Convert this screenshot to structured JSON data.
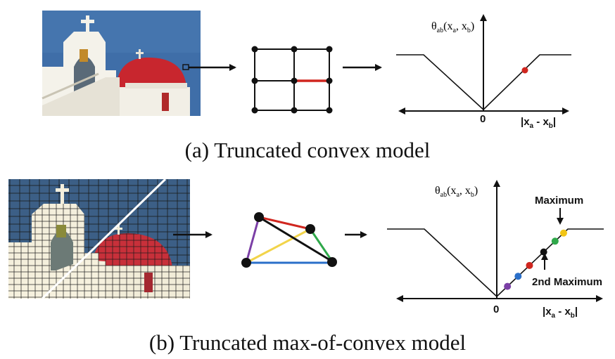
{
  "panel_a": {
    "caption": "(a) Truncated convex model",
    "plot": {
      "origin_label": "0",
      "x_label": "|x",
      "x_sub_a": "a",
      "x_minus": " - x",
      "x_sub_b": "b",
      "x_end": "|",
      "y_label_theta": "θ",
      "y_label_sub": "ab",
      "y_label_args": "(x",
      "y_label_sub_a": "a",
      "y_label_comma": ", x",
      "y_label_sub_b": "b",
      "y_label_close": ")",
      "marker_color": "#d0261f"
    },
    "grid_highlight_color": "#d0261f"
  },
  "panel_b": {
    "caption": "(b) Truncated max-of-convex model",
    "plot": {
      "origin_label": "0",
      "x_label": "|x",
      "x_sub_a": "a",
      "x_minus": " - x",
      "x_sub_b": "b",
      "x_end": "|",
      "y_label_theta": "θ",
      "y_label_sub": "ab",
      "y_label_args": "(x",
      "y_label_sub_a": "a",
      "y_label_comma": ", x",
      "y_label_sub_b": "b",
      "y_label_close": ")",
      "maximum_label": "Maximum",
      "second_maximum_label": "2nd Maximum",
      "marker_colors": [
        "#7b3fa6",
        "#2a6fc9",
        "#d0261f",
        "#111111",
        "#2fa84a",
        "#f2c515"
      ]
    },
    "graph_edge_colors": {
      "top": "#d0261f",
      "left": "#7b3fa6",
      "right": "#2fa84a",
      "bottom": "#2a6fc9",
      "diag_yellow": "#f2d44a",
      "diag_black": "#111111"
    }
  }
}
